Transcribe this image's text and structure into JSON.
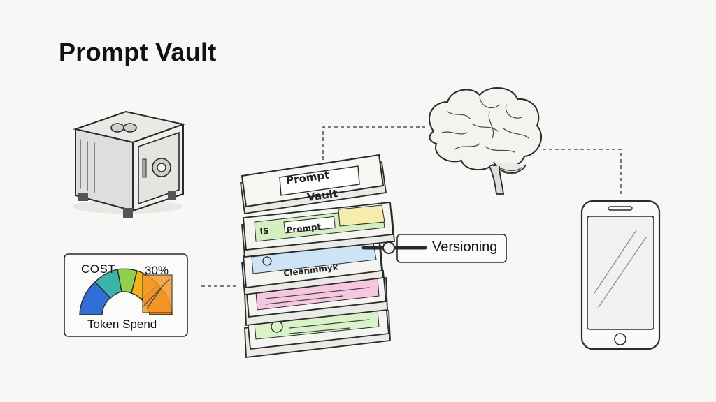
{
  "title": "Prompt Vault",
  "stack": {
    "top_card_line1": "Prompt",
    "top_card_line2": "Vault",
    "card2_text": "Prompt",
    "card2_tag": "IS",
    "card3_text": "Cleanmmyk"
  },
  "versioning": {
    "label": "Versioning"
  },
  "gauge": {
    "cost_label": "COST",
    "percent_label": "30%",
    "caption": "Token Spend",
    "colors": [
      "#2f6fd6",
      "#3bb3a8",
      "#8fd14f",
      "#f2b21b",
      "#f07a1a"
    ]
  },
  "icons": [
    "safe-icon",
    "brain-icon",
    "smartphone-icon",
    "slider-icon"
  ]
}
